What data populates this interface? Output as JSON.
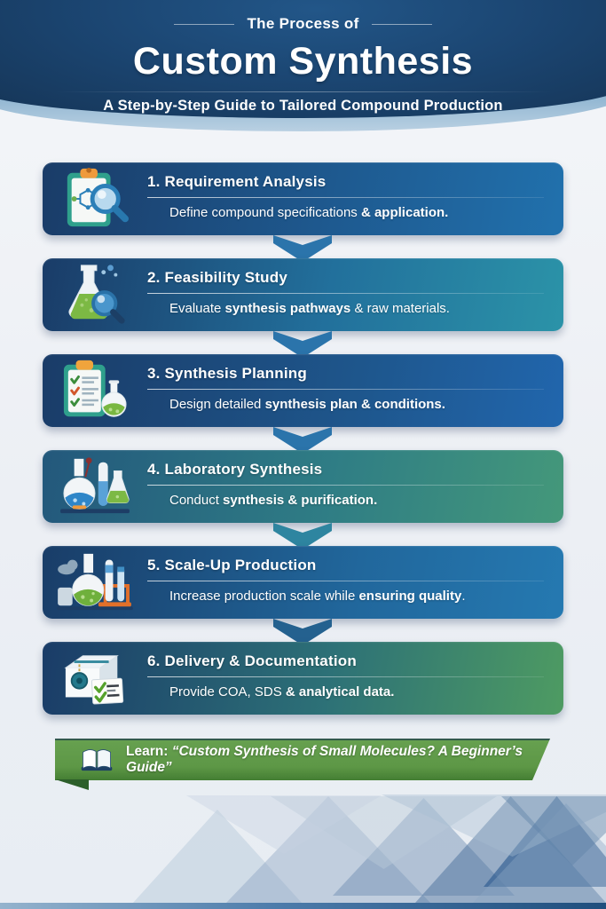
{
  "header": {
    "eyebrow": "The Process of",
    "title": "Custom Synthesis",
    "subtitle": "A Step-by-Step Guide to Tailored Compound Production"
  },
  "steps": [
    {
      "icon": "clipboard-molecule-magnifier-icon",
      "title": "1. Requirement Analysis",
      "desc_pre": "Define compound specifications ",
      "desc_bold": "& application.",
      "desc_post": ""
    },
    {
      "icon": "flask-magnifier-icon",
      "title": "2. Feasibility Study",
      "desc_pre": "Evaluate ",
      "desc_bold": "synthesis pathways",
      "desc_post": " & raw materials."
    },
    {
      "icon": "checklist-flask-icon",
      "title": "3. Synthesis Planning",
      "desc_pre": "Design detailed ",
      "desc_bold": "synthesis plan & conditions.",
      "desc_post": ""
    },
    {
      "icon": "lab-glassware-icon",
      "title": "4. Laboratory Synthesis",
      "desc_pre": "Conduct ",
      "desc_bold": "synthesis & purification.",
      "desc_post": ""
    },
    {
      "icon": "scale-up-equipment-icon",
      "title": "5. Scale-Up Production",
      "desc_pre": "Increase production scale while ",
      "desc_bold": "ensuring quality",
      "desc_post": "."
    },
    {
      "icon": "package-documents-icon",
      "title": "6. Delivery & Documentation",
      "desc_pre": "Provide COA, SDS ",
      "desc_bold": "& analytical data.",
      "desc_post": ""
    }
  ],
  "banner": {
    "label": "Learn: ",
    "quote": "“Custom Synthesis of Small Molecules? A Beginner’s Guide”",
    "icon": "open-book-icon"
  },
  "colors": {
    "header_navy": "#1b4571",
    "header_light_band": "#74a3c6",
    "arrow_blue": "#2b74ab",
    "arrow_teal": "#2e85a0",
    "banner_green": "#5d9746",
    "bar_end_colors": [
      "#2171ad",
      "#2b93a8",
      "#2166ad",
      "#44987a",
      "#2579b1",
      "#4e9b62"
    ],
    "bar_start_navy": "#1a3c68",
    "footer_strip_blue": "#1f4e7d"
  }
}
